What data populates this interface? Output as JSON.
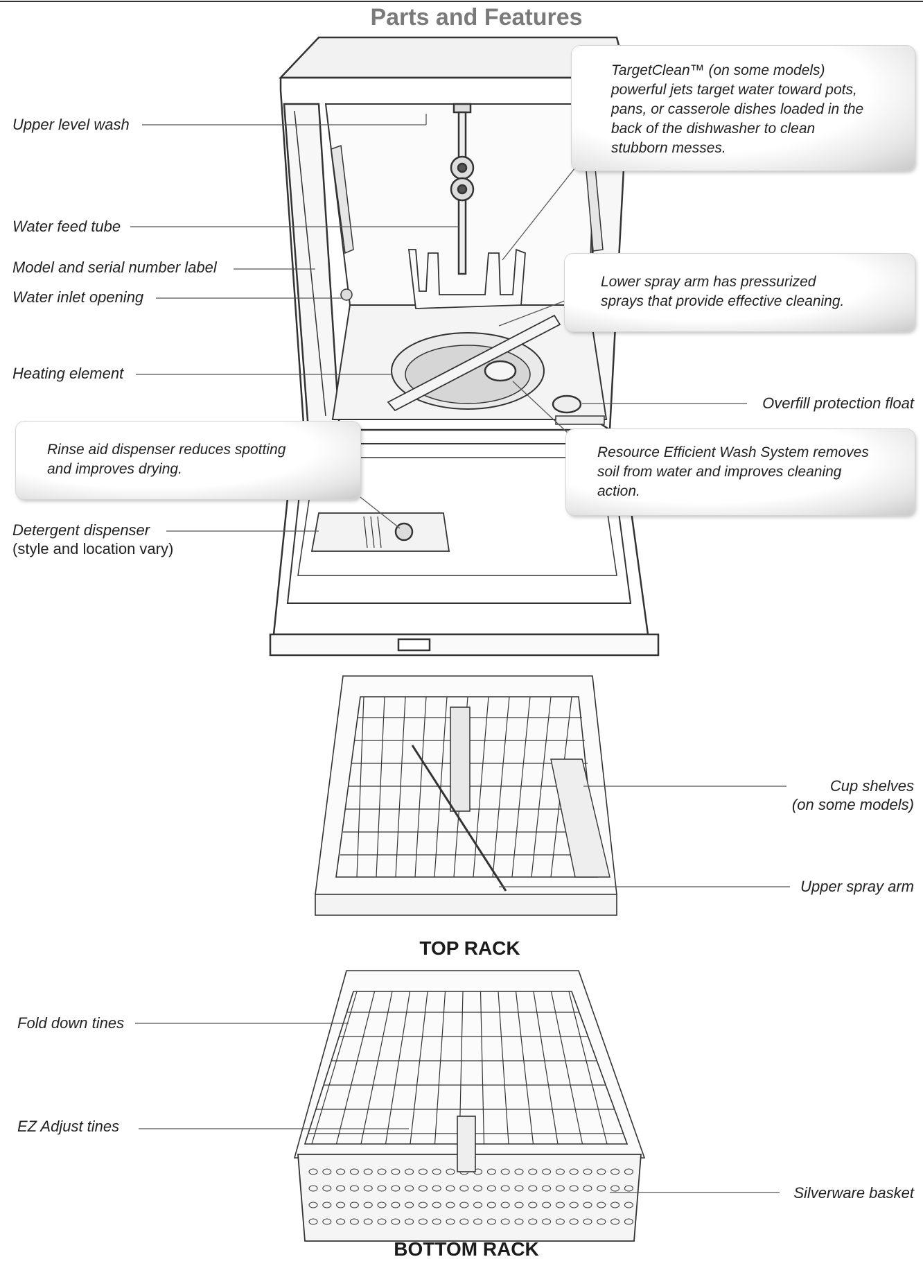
{
  "title": "Parts and Features",
  "labels": {
    "upper_level_wash": "Upper level wash",
    "water_feed_tube": "Water feed tube",
    "model_serial_label": "Model and serial number label",
    "water_inlet_opening": "Water inlet opening",
    "heating_element": "Heating element",
    "overfill_float": "Overfill protection float",
    "detergent_dispenser": "Detergent dispenser",
    "detergent_dispenser_note": "(style and location vary)",
    "cup_shelves": "Cup shelves",
    "cup_shelves_note": "(on some models)",
    "upper_spray_arm": "Upper spray arm",
    "fold_down_tines": "Fold down tines",
    "ez_adjust_tines": "EZ Adjust  tines",
    "silverware_basket": "Silverware basket"
  },
  "callouts": {
    "targetclean": [
      "TargetClean™ (on some models)",
      "powerful jets target water toward pots,",
      "pans, or casserole dishes loaded in the",
      "back of the dishwasher to clean",
      "stubborn messes."
    ],
    "lower_spray_arm": [
      "Lower spray arm has pressurized",
      "sprays that provide effective cleaning."
    ],
    "rinse_aid": [
      "Rinse aid dispenser reduces spotting",
      "and improves drying."
    ],
    "wash_system": [
      "Resource Efficient Wash System removes",
      "soil from water and improves cleaning",
      "action."
    ]
  },
  "racks": {
    "top": "TOP RACK",
    "bottom": "BOTTOM RACK"
  },
  "colors": {
    "title": "#7a7a7a",
    "line": "#555555",
    "callout_edge": "#c9c9c9"
  }
}
